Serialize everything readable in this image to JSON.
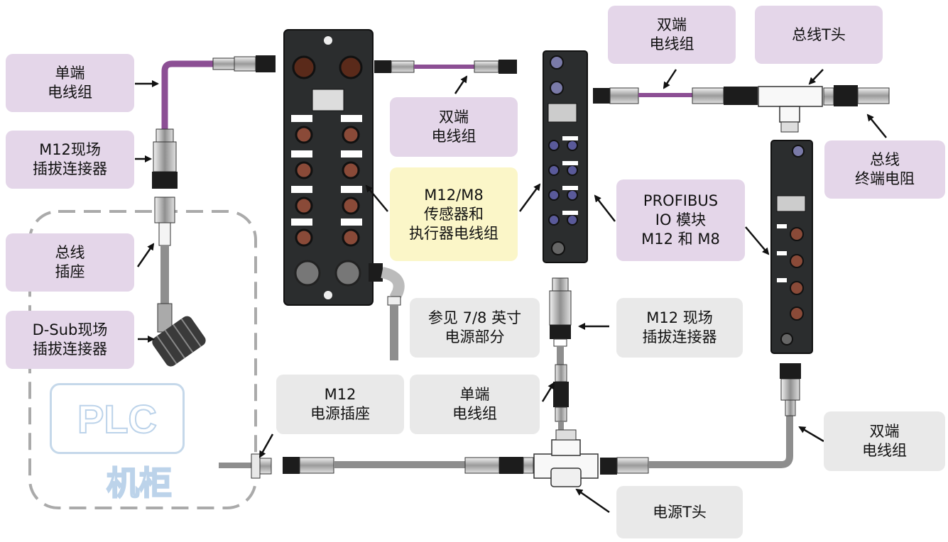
{
  "labels": {
    "single_cable_top": "单端\n电线组",
    "m12_field_connector_left": "M12现场\n插拔连接器",
    "bus_socket": "总线\n插座",
    "dsub_connector": "D-Sub现场\n插拔连接器",
    "double_cable_mid": "双端\n电线组",
    "sensor_cables": "M12/M8\n传感器和\n执行器电线组",
    "power_ref": "参见 7/8 英寸\n电源部分",
    "double_cable_top": "双端\n电线组",
    "bus_tee": "总线T头",
    "bus_terminator": "总线\n终端电阻",
    "profibus_module": "PROFIBUS\nIO 模块\nM12 和 M8",
    "m12_field_connector_right": "M12 现场\n插拔连接器",
    "m12_power_socket": "M12\n电源插座",
    "single_cable_bottom": "单端\n电线组",
    "double_cable_right": "双端\n电线组",
    "power_tee": "电源T头",
    "plc": "PLC",
    "cabinet": "机柜"
  },
  "colors": {
    "purple_label": "#e4d6e9",
    "gray_label": "#e9e9e9",
    "yellow_label": "#fbf6c8",
    "bus_cable": "#8c4f94",
    "power_cable": "#8e8e8e",
    "module_body": "#2b2d2e"
  }
}
